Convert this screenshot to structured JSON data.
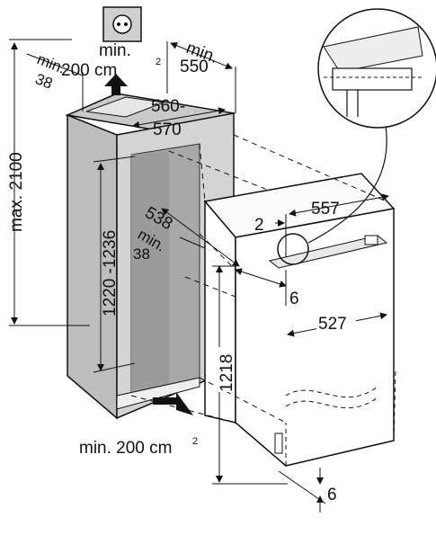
{
  "labels": {
    "vent_top_line1": "min.",
    "vent_top_line2": "200 cm",
    "vent_top_sup": "2",
    "vent_bottom": "min. 200 cm",
    "vent_bottom_sup": "2",
    "max_height": "max. 2100",
    "niche_height": "1220 -1236",
    "niche_width_line1": "560-",
    "niche_width_line2": "570",
    "depth_min_line1": "min.",
    "depth_min_line2": "550",
    "side_min_top_line1": "min.",
    "side_min_top_line2": "38",
    "side_min_mid_line1": "min.",
    "side_min_mid_line2": "38",
    "niche_inner_depth": "538",
    "appliance_depth": "557",
    "gap_top": "2",
    "offset_front": "6",
    "appliance_width": "527",
    "appliance_height": "1218",
    "offset_bottom": "6"
  }
}
